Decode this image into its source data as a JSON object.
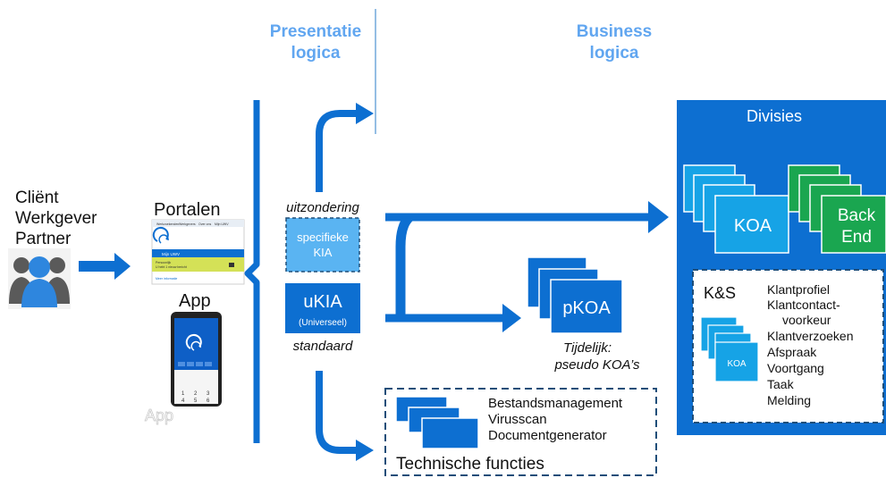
{
  "headers": {
    "presentatie": [
      "Presentatie",
      "logica"
    ],
    "business": [
      "Business",
      "logica"
    ]
  },
  "actors": [
    "Cliënt",
    "Werkgever",
    "Partner"
  ],
  "portalen": {
    "label": "Portalen",
    "thumb_tabs": [
      "Werkzoekenden",
      "Werkgevers",
      "Over ons",
      "Mijn UWV"
    ],
    "thumb_title": "Mijn UWV",
    "thumb_line1": "Persoonlijk",
    "thumb_line2": "U hebt 1 nieuw bericht",
    "thumb_link": "Meer informatie"
  },
  "app": {
    "label": "App",
    "ghost_label": "App",
    "keypad": [
      "1",
      "2",
      "3",
      "4",
      "5",
      "6"
    ]
  },
  "kia": {
    "uitzondering": "uitzondering",
    "specifieke": [
      "specifieke",
      "KIA"
    ],
    "ukia": "uKIA",
    "universeel": "(Universeel)",
    "standaard": "standaard"
  },
  "pkoa": {
    "label": "pKOA",
    "caption": [
      "Tijdelijk:",
      "pseudo KOA’s"
    ]
  },
  "technisch": {
    "items": [
      "Bestandsmanagement",
      "Virusscan",
      "Documentgenerator"
    ],
    "title": "Technische functies"
  },
  "divisies": {
    "title": "Divisies",
    "koa": "KOA",
    "backend": [
      "Back",
      "End"
    ]
  },
  "ks": {
    "title": "K&S",
    "koa": "KOA",
    "items": [
      "Klantprofiel",
      "Klantcontact-",
      "voorkeur",
      "Klantverzoeken",
      "Afspraak",
      "Voortgang",
      "Taak",
      "Melding"
    ]
  },
  "colors": {
    "blue": "#0d6fd1",
    "light_blue": "#5ab4f2",
    "cyan": "#16a3e6",
    "green": "#1aa650",
    "header_blue": "#61a6f0",
    "dark_navy": "#1f4e79",
    "line": "#5b9bd5"
  }
}
